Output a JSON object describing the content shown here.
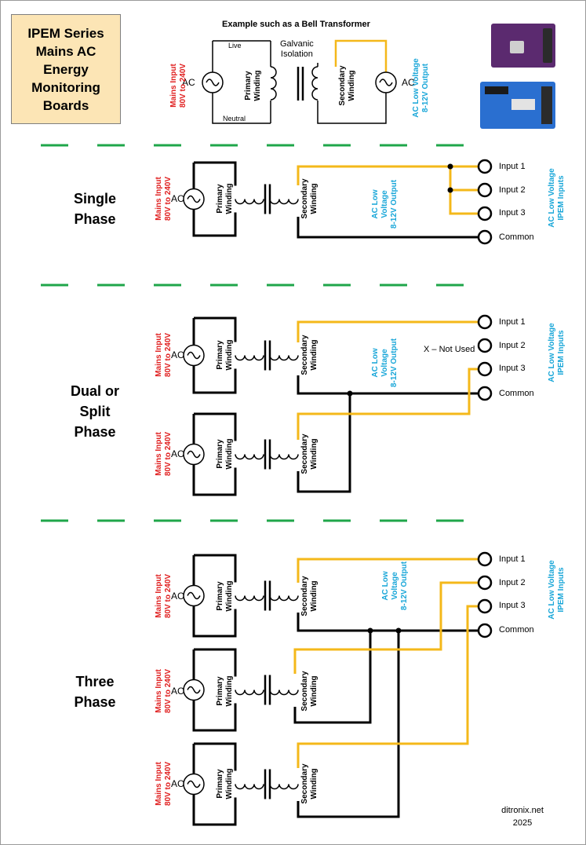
{
  "title": "IPEM Series\nMains AC\nEnergy\nMonitoring\nBoards",
  "example": {
    "caption": "Example such as a Bell Transformer",
    "live": "Live",
    "neutral": "Neutral",
    "isolation": "Galvanic\nIsolation",
    "mains": "Mains Input\n80V to 240V",
    "primary": "Primary\nWinding",
    "secondary": "Secondary\nWinding",
    "ac": "AC",
    "output": "AC Low Voltage\n8-12V Output"
  },
  "labels": {
    "mains": "Mains Input\n80V to 240V",
    "primary": "Primary\nWinding",
    "secondary": "Secondary\nWinding",
    "ac": "AC",
    "low_voltage": "AC Low\nVoltage\n8-12V Output",
    "ipem_inputs": "AC Low Voltage\nIPEM Inputs"
  },
  "sections": {
    "single": {
      "name": "Single\nPhase",
      "input1": "Input 1",
      "input2": "Input 2",
      "input3": "Input 3",
      "common": "Common"
    },
    "dual": {
      "name": "Dual or\nSplit\nPhase",
      "input1": "Input 1",
      "input2": "Input 2",
      "input3": "Input 3",
      "common": "Common",
      "not_used": "X – Not Used"
    },
    "three": {
      "name": "Three\nPhase",
      "input1": "Input 1",
      "input2": "Input 2",
      "input3": "Input 3",
      "common": "Common"
    }
  },
  "footer": {
    "site": "ditronix.net",
    "year": "2025"
  },
  "colors": {
    "wire": "#000000",
    "live_wire": "#f4b81a",
    "divider": "#1fa64a",
    "mains_text": "#e02020",
    "output_text": "#18a6d8",
    "title_bg": "#fce5b5"
  }
}
